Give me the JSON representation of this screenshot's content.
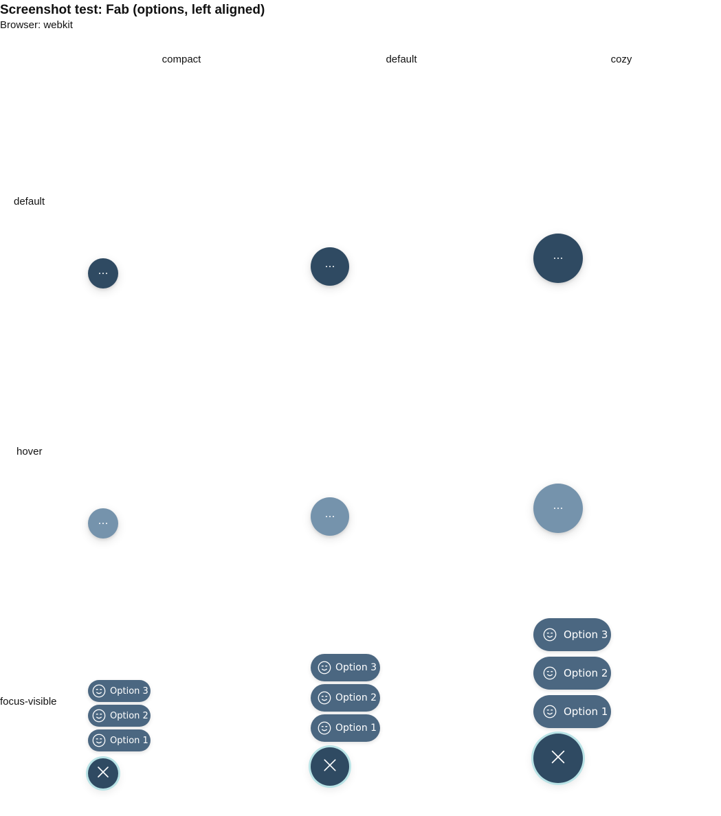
{
  "header": {
    "title": "Screenshot test: Fab (options, left aligned)",
    "browser": "Browser: webkit"
  },
  "columns": [
    "compact",
    "default",
    "cozy"
  ],
  "rows": [
    "default",
    "hover",
    "focus-visible"
  ],
  "fab": {
    "trigger_icon": "more-horizontal-icon",
    "close_icon": "close-icon",
    "colors": {
      "default": "#2f4a62",
      "hover": "#7593ac",
      "focus_ring": "#b9e3e6",
      "option": "#4b6781"
    }
  },
  "options": {
    "icon": "smile-icon",
    "labels": [
      "Option 3",
      "Option 2",
      "Option 1"
    ]
  }
}
